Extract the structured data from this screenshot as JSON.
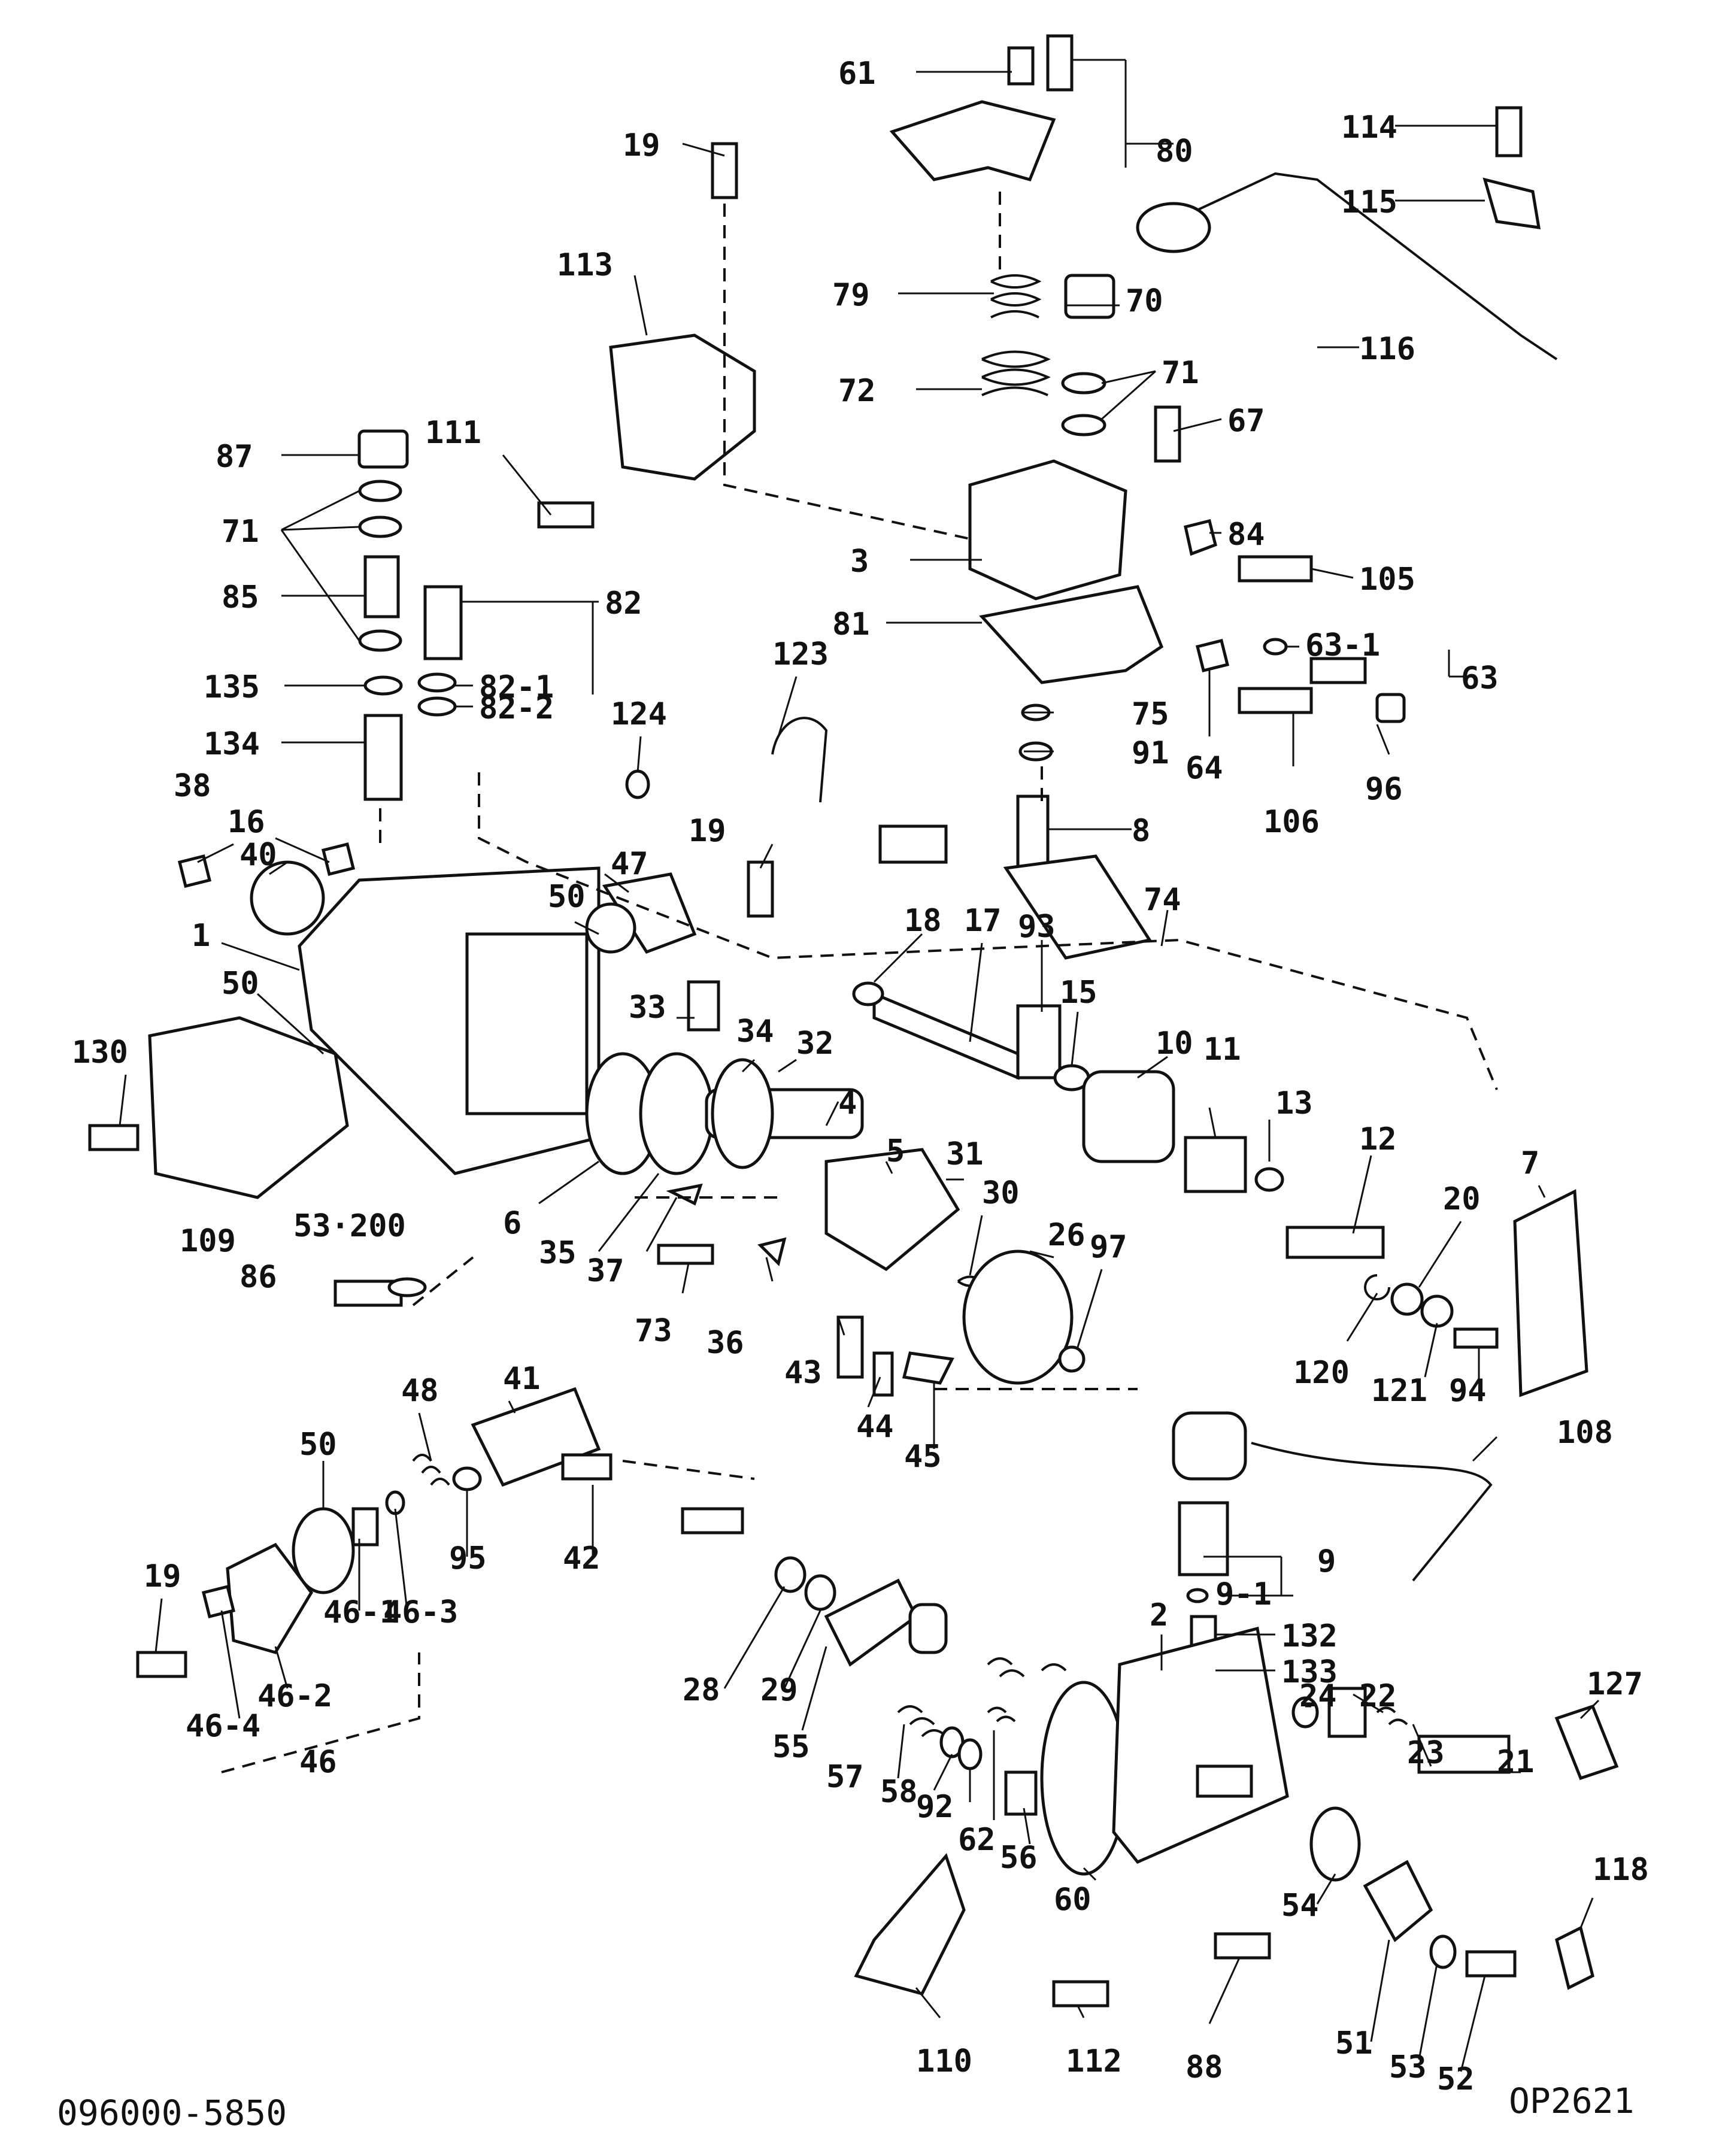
{
  "drawing_number": "096000-5850",
  "sheet_code": "OP2621",
  "callouts": [
    {
      "id": "61",
      "label": "61"
    },
    {
      "id": "80",
      "label": "80"
    },
    {
      "id": "19a",
      "label": "19"
    },
    {
      "id": "114",
      "label": "114"
    },
    {
      "id": "115",
      "label": "115"
    },
    {
      "id": "113",
      "label": "113"
    },
    {
      "id": "79",
      "label": "79"
    },
    {
      "id": "70",
      "label": "70"
    },
    {
      "id": "116",
      "label": "116"
    },
    {
      "id": "72",
      "label": "72"
    },
    {
      "id": "71a",
      "label": "71"
    },
    {
      "id": "111",
      "label": "111"
    },
    {
      "id": "87",
      "label": "87"
    },
    {
      "id": "67",
      "label": "67"
    },
    {
      "id": "71b",
      "label": "71"
    },
    {
      "id": "84",
      "label": "84"
    },
    {
      "id": "85",
      "label": "85"
    },
    {
      "id": "82",
      "label": "82"
    },
    {
      "id": "3",
      "label": "3"
    },
    {
      "id": "105",
      "label": "105"
    },
    {
      "id": "81",
      "label": "81"
    },
    {
      "id": "63-1",
      "label": "63-1"
    },
    {
      "id": "123",
      "label": "123"
    },
    {
      "id": "63",
      "label": "63"
    },
    {
      "id": "135",
      "label": "135"
    },
    {
      "id": "82-1",
      "label": "82-1"
    },
    {
      "id": "82-2",
      "label": "82-2"
    },
    {
      "id": "75",
      "label": "75"
    },
    {
      "id": "124",
      "label": "124"
    },
    {
      "id": "134",
      "label": "134"
    },
    {
      "id": "91",
      "label": "91"
    },
    {
      "id": "64",
      "label": "64"
    },
    {
      "id": "106",
      "label": "106"
    },
    {
      "id": "96",
      "label": "96"
    },
    {
      "id": "38",
      "label": "38"
    },
    {
      "id": "16",
      "label": "16"
    },
    {
      "id": "19b",
      "label": "19"
    },
    {
      "id": "8",
      "label": "8"
    },
    {
      "id": "40",
      "label": "40"
    },
    {
      "id": "47",
      "label": "47"
    },
    {
      "id": "74",
      "label": "74"
    },
    {
      "id": "50a",
      "label": "50"
    },
    {
      "id": "1a",
      "label": "1"
    },
    {
      "id": "18",
      "label": "18"
    },
    {
      "id": "17",
      "label": "17"
    },
    {
      "id": "93",
      "label": "93"
    },
    {
      "id": "50b",
      "label": "50"
    },
    {
      "id": "15",
      "label": "15"
    },
    {
      "id": "10",
      "label": "10"
    },
    {
      "id": "33",
      "label": "33"
    },
    {
      "id": "130",
      "label": "130"
    },
    {
      "id": "34",
      "label": "34"
    },
    {
      "id": "11",
      "label": "11"
    },
    {
      "id": "32",
      "label": "32"
    },
    {
      "id": "13",
      "label": "13"
    },
    {
      "id": "12",
      "label": "12"
    },
    {
      "id": "7",
      "label": "7"
    },
    {
      "id": "4",
      "label": "4"
    },
    {
      "id": "5",
      "label": "5"
    },
    {
      "id": "31",
      "label": "31"
    },
    {
      "id": "6",
      "label": "6"
    },
    {
      "id": "30",
      "label": "30"
    },
    {
      "id": "20",
      "label": "20"
    },
    {
      "id": "109",
      "label": "109"
    },
    {
      "id": "35",
      "label": "35"
    },
    {
      "id": "26",
      "label": "26"
    },
    {
      "id": "53-200",
      "label": "53·200"
    },
    {
      "id": "37",
      "label": "37"
    },
    {
      "id": "97",
      "label": "97"
    },
    {
      "id": "86",
      "label": "86"
    },
    {
      "id": "73",
      "label": "73"
    },
    {
      "id": "36",
      "label": "36"
    },
    {
      "id": "120",
      "label": "120"
    },
    {
      "id": "121",
      "label": "121"
    },
    {
      "id": "94",
      "label": "94"
    },
    {
      "id": "43",
      "label": "43"
    },
    {
      "id": "41",
      "label": "41"
    },
    {
      "id": "48",
      "label": "48"
    },
    {
      "id": "44",
      "label": "44"
    },
    {
      "id": "45",
      "label": "45"
    },
    {
      "id": "108",
      "label": "108"
    },
    {
      "id": "50c",
      "label": "50"
    },
    {
      "id": "95",
      "label": "95"
    },
    {
      "id": "42",
      "label": "42"
    },
    {
      "id": "9",
      "label": "9"
    },
    {
      "id": "9-1",
      "label": "9-1"
    },
    {
      "id": "19c",
      "label": "19"
    },
    {
      "id": "46-1",
      "label": "46-1"
    },
    {
      "id": "46-3",
      "label": "46-3"
    },
    {
      "id": "2",
      "label": "2"
    },
    {
      "id": "132",
      "label": "132"
    },
    {
      "id": "133",
      "label": "133"
    },
    {
      "id": "28",
      "label": "28"
    },
    {
      "id": "29",
      "label": "29"
    },
    {
      "id": "127",
      "label": "127"
    },
    {
      "id": "46-2",
      "label": "46-2"
    },
    {
      "id": "46-4",
      "label": "46-4"
    },
    {
      "id": "55",
      "label": "55"
    },
    {
      "id": "24",
      "label": "24"
    },
    {
      "id": "22",
      "label": "22"
    },
    {
      "id": "46",
      "label": "46"
    },
    {
      "id": "57",
      "label": "57"
    },
    {
      "id": "58",
      "label": "58"
    },
    {
      "id": "92",
      "label": "92"
    },
    {
      "id": "23",
      "label": "23"
    },
    {
      "id": "62",
      "label": "62"
    },
    {
      "id": "21",
      "label": "21"
    },
    {
      "id": "56",
      "label": "56"
    },
    {
      "id": "118",
      "label": "118"
    },
    {
      "id": "60",
      "label": "60"
    },
    {
      "id": "54",
      "label": "54"
    },
    {
      "id": "110",
      "label": "110"
    },
    {
      "id": "112",
      "label": "112"
    },
    {
      "id": "88",
      "label": "88"
    },
    {
      "id": "51",
      "label": "51"
    },
    {
      "id": "53",
      "label": "53"
    },
    {
      "id": "52",
      "label": "52"
    }
  ]
}
